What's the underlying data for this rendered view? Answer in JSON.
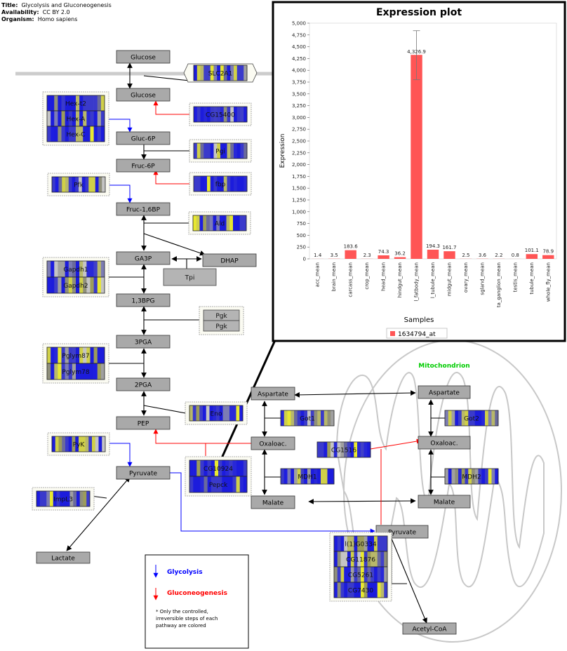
{
  "header": {
    "title_label": "Title:",
    "title_value": "Glycolysis and Gluconeogenesis",
    "availability_label": "Availability:",
    "availability_value": "CC BY 2.0",
    "organism_label": "Organism:",
    "organism_value": "Homo sapiens"
  },
  "metabolites": {
    "glucose_out": "Glucose",
    "glucose_in": "Glucose",
    "gluc6p": "Gluc-6P",
    "fruc6p": "Fruc-6P",
    "fruc16bp": "Fruc-1,6BP",
    "ga3p": "GA3P",
    "dhap": "DHAP",
    "bpg13": "1,3BPG",
    "pga3": "3PGA",
    "pga2": "2PGA",
    "pep": "PEP",
    "pyruvate": "Pyruvate",
    "lactate": "Lactate",
    "aspartate": "Aspartate",
    "oxaloac": "Oxaloac.",
    "malate": "Malate",
    "aspartate_m": "Aspartate",
    "oxaloac_m": "Oxaloac.",
    "malate_m": "Malate",
    "pyruvate_m": "Pyruvate",
    "acetylcoa": "Acetyl-CoA"
  },
  "genes": {
    "slc2a1": "SLC2A1",
    "hex_t2": "Hex-t2",
    "hex_a": "Hex-A",
    "hex_c": "Hex-C",
    "cg15400": "CG15400",
    "pgi": "Pgi",
    "pfk": "Pfk",
    "fbp": "fbp",
    "ald": "Ald",
    "gapdh1": "Gapdh1",
    "gapdh2": "Gapdh2",
    "tpi": "Tpi",
    "pgk1": "Pgk",
    "pgk2": "Pgk",
    "pglym87": "Pglym87",
    "pglym78": "Pglym78",
    "eno": "Eno",
    "pyk": "PyK",
    "cg10924": "CG10924",
    "pepck": "Pepck",
    "impl3": "ImpL3",
    "got1": "Got1",
    "mdh1": "MDH1",
    "cg1516": "CG1516",
    "got2": "Got2",
    "mdh2": "MDH2",
    "l1g0334": "l(1)G0334",
    "cg11876": "CG11876",
    "cg5261": "CG5261",
    "cg7430": "CG7430"
  },
  "mitochondrion_label": "Mitochondrion",
  "legend": {
    "glycolysis": "Glycolysis",
    "gluconeogenesis": "Gluconeogenesis",
    "note_line1": "* Only the controlled,",
    "note_line2": "irreversible steps of each",
    "note_line3": "pathway are colored"
  },
  "colors": {
    "glycolysis": "#0000ff",
    "gluconeogenesis": "#ff0000",
    "metabolite_fill": "#a9a9a9",
    "bar": "#ff5555",
    "mitochondrion_label": "#00cc00"
  },
  "chart_data": {
    "type": "bar",
    "title": "Expression plot",
    "xlabel": "Samples",
    "ylabel": "Expression",
    "ylim": [
      0,
      5000
    ],
    "yticks": [
      "0",
      "250",
      "500",
      "750",
      "1,000",
      "1,250",
      "1,500",
      "1,750",
      "2,000",
      "2,250",
      "2,500",
      "2,750",
      "3,000",
      "3,250",
      "3,500",
      "3,750",
      "4,000",
      "4,250",
      "4,500",
      "4,750",
      "5,000"
    ],
    "categories": [
      "acc_mean",
      "brain_mean",
      "carcass_mean",
      "crop_mean",
      "head_mean",
      "hindgut_mean",
      "l_fatbody_mean",
      "l_tubule_mean",
      "midgut_mean",
      "ovary_mean",
      "sgland_mean",
      "ta_ganglion_mean",
      "testis_mean",
      "tubule_mean",
      "whole_fly_mean"
    ],
    "series": [
      {
        "name": "1634794_at",
        "values": [
          1.4,
          3.5,
          183.6,
          2.3,
          74.3,
          36.2,
          4326.9,
          194.3,
          161.7,
          2.5,
          3.6,
          2.2,
          0.8,
          101.1,
          78.9
        ],
        "labels": [
          "1.4",
          "3.5",
          "183.6",
          "2.3",
          "74.3",
          "36.2",
          "4,326.9",
          "194.3",
          "161.7",
          "2.5",
          "3.6",
          "2.2",
          "0.8",
          "101.1",
          "78.9"
        ]
      }
    ],
    "error_bar": {
      "category": "l_fatbody_mean",
      "low": 3800,
      "high": 4840
    },
    "legend_position": "bottom"
  }
}
